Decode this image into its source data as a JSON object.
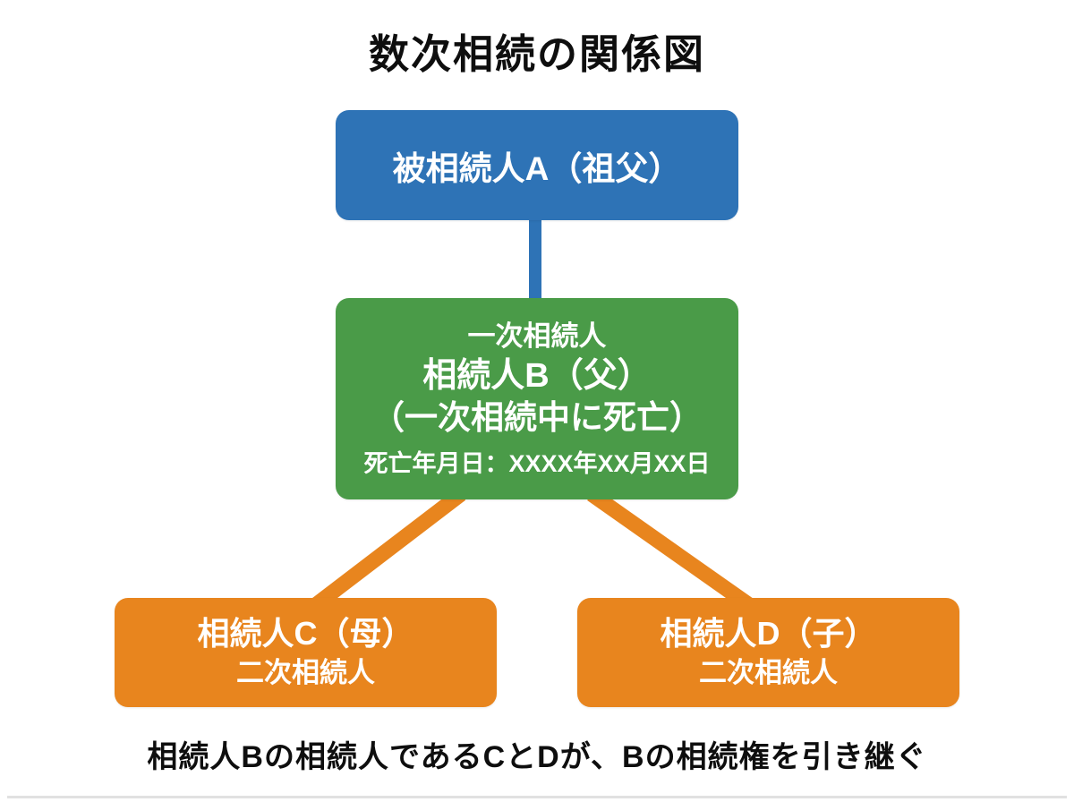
{
  "title": "数次相続の関係図",
  "colors": {
    "blue": "#2e73b6",
    "green": "#4a9b48",
    "orange": "#e8851e"
  },
  "nodes": {
    "decedent_a": {
      "label": "被相続人A（祖父）"
    },
    "heir_b": {
      "line1": "一次相続人",
      "line2": "相続人B（父）",
      "line3": "（一次相続中に死亡）",
      "line4": "死亡年月日：XXXX年XX月XX日"
    },
    "heir_c": {
      "line1": "相続人C（母）",
      "line2": "二次相続人"
    },
    "heir_d": {
      "line1": "相続人D（子）",
      "line2": "二次相続人"
    }
  },
  "caption": "相続人Bの相続人であるCとDが、Bの相続権を引き継ぐ"
}
